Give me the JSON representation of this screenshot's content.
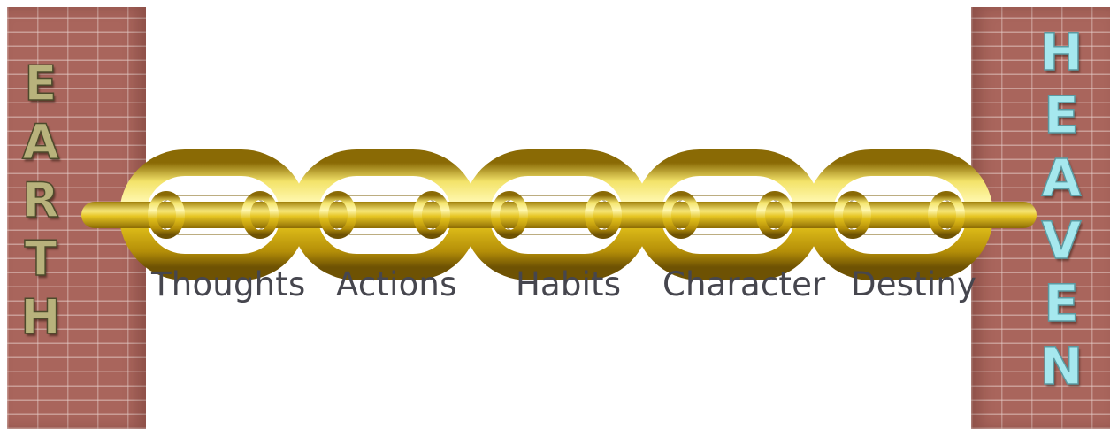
{
  "earth_letters": [
    "E",
    "A",
    "R",
    "T",
    "H"
  ],
  "heaven_letters": [
    "H",
    "E",
    "A",
    "V",
    "E",
    "N"
  ],
  "stages": [
    "Thoughts",
    "Actions",
    "Habits",
    "Character",
    "Destiny"
  ],
  "colors": {
    "brick": "#a9655c",
    "earth_text": "#b8b27c",
    "heaven_text": "#a6e8ee",
    "gold": "#e3c51e",
    "label_text": "#46464e"
  }
}
